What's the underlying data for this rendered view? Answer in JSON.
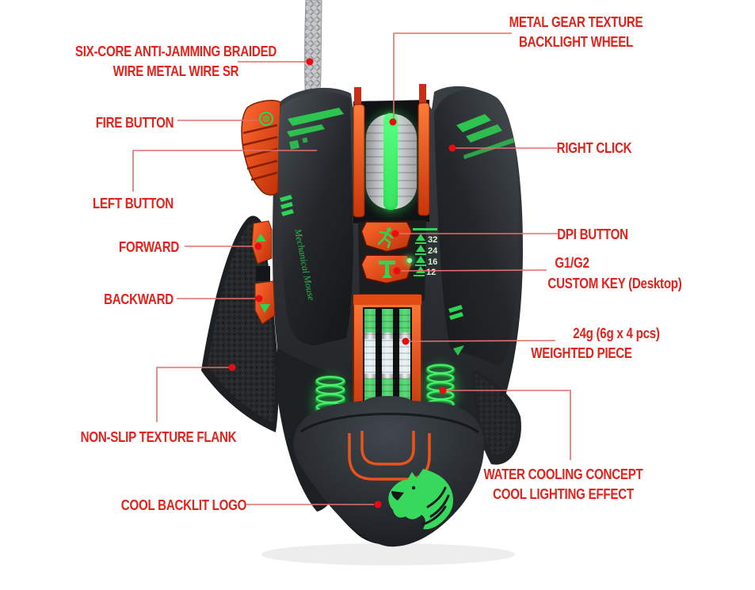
{
  "product": "gaming mouse feature diagram",
  "colors": {
    "label_red": "#e2231c",
    "callout_line_red": "#e0716b",
    "callout_dot_red": "#e60d13",
    "accent_orange": "#f05023",
    "accent_green": "#2ed453",
    "body_dark": "#222528",
    "wheel_silver": "#c9cbcd"
  },
  "callouts": {
    "wire": {
      "line1": "SIX-CORE ANTI-JAMMING BRAIDED",
      "line2": "WIRE METAL WIRE SR"
    },
    "wheel": {
      "line1": "METAL GEAR TEXTURE",
      "line2": "BACKLIGHT WHEEL"
    },
    "fire": {
      "label": "FIRE BUTTON"
    },
    "left": {
      "label": "LEFT BUTTON"
    },
    "right": {
      "label": "RIGHT CLICK"
    },
    "forward": {
      "label": "FORWARD"
    },
    "backward": {
      "label": "BACKWARD"
    },
    "dpi": {
      "label": "DPI BUTTON"
    },
    "custom": {
      "line1": "G1/G2",
      "line2": "CUSTOM KEY (Desktop)"
    },
    "weight": {
      "line1": "24g (6g x 4 pcs)",
      "line2": "WEIGHTED PIECE"
    },
    "flank": {
      "label": "NON-SLIP TEXTURE FLANK"
    },
    "logo": {
      "label": "COOL BACKLIT LOGO"
    },
    "cooling": {
      "line1": "WATER COOLING CONCEPT",
      "line2": "COOL LIGHTING EFFECT"
    }
  },
  "mouse": {
    "dpi_levels": [
      "32",
      "24",
      "16",
      "12"
    ],
    "side_text": "Mechanical Mouse",
    "icons": [
      "wolf-logo-icon",
      "runner-icon",
      "custom-key-t-icon",
      "up-arrow-icon",
      "down-arrow-icon",
      "fire-emblem-icon",
      "dpi-triangle-icon"
    ]
  }
}
